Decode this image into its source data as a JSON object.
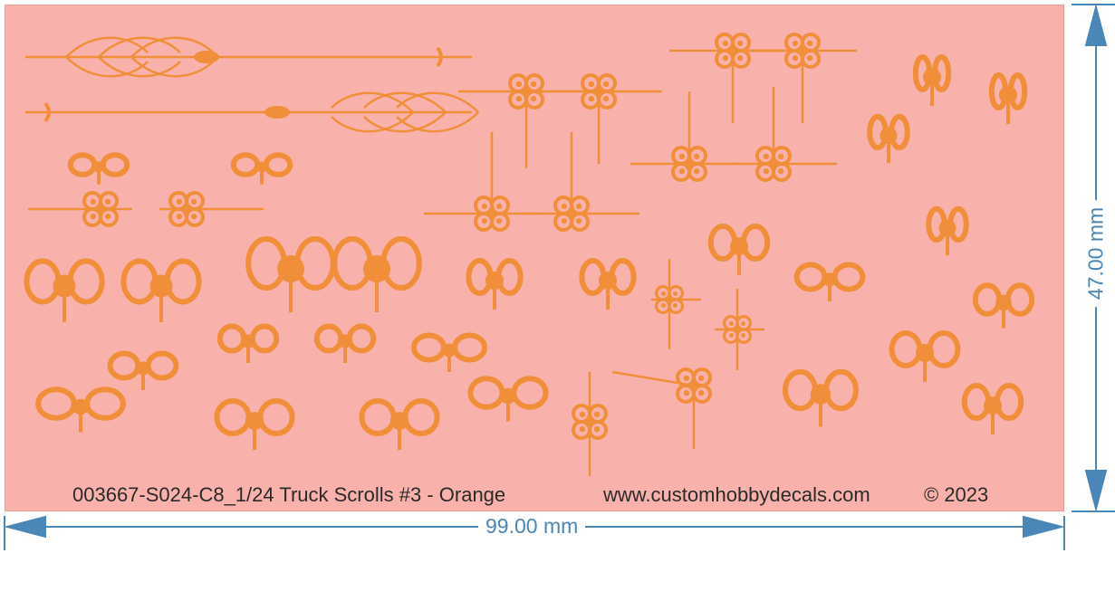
{
  "sheet": {
    "background_color": "#f8b2ab",
    "decal_color": "#f08e3a",
    "caption": "003667-S024-C8_1/24 Truck Scrolls #3 - Orange",
    "website": "www.customhobbydecals.com",
    "copyright": "© 2023"
  },
  "dimensions": {
    "width_label": "99.00 mm",
    "height_label": "47.00 mm",
    "line_color": "#4a86b8"
  },
  "icons": [
    "scroll-ornament-icon",
    "arrow-pinstripe-icon",
    "dimension-arrow-icon"
  ]
}
